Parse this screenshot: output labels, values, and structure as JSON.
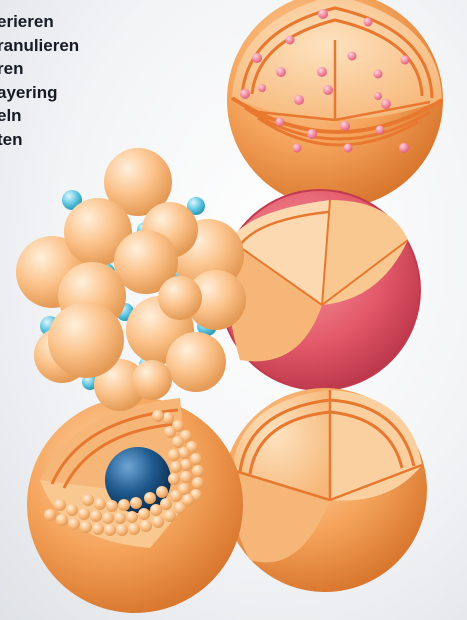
{
  "process_labels": [
    "erieren",
    "ranulieren",
    "ren",
    "ayering",
    "eln",
    "ten"
  ],
  "colors": {
    "sphere_orange": "#f5a45c",
    "layer_line": "#e8782f",
    "coating_pink": "#e35a6a",
    "core_blue": "#1f5a8e",
    "particle_peach": "#fbc28a",
    "binder_cyan": "#5cc6e0",
    "dot_pink": "#ef7b92"
  }
}
